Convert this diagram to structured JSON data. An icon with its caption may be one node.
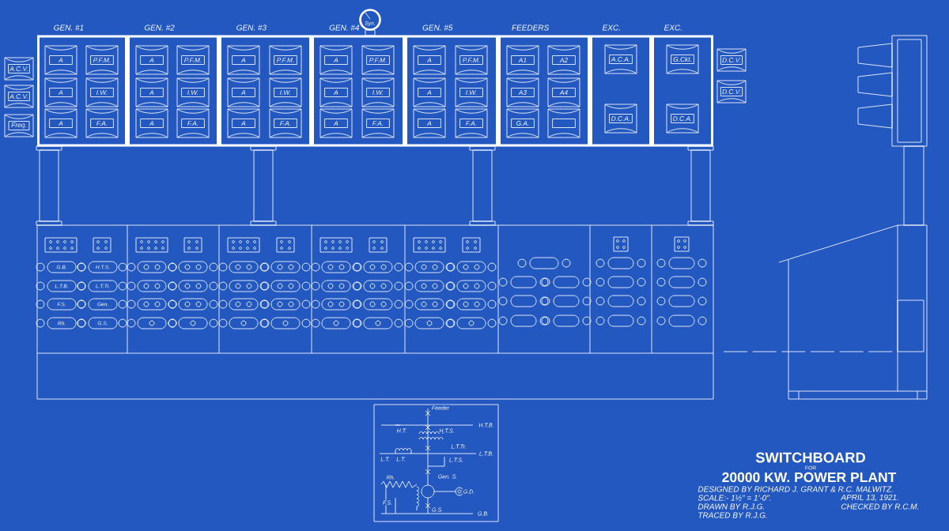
{
  "diagram": {
    "title": "SWITCHBOARD",
    "nodes": [
      {
        "text": [
          "Syn."
        ]
      },
      {
        "text": [
          "A.C.V."
        ]
      },
      {
        "text": [
          "A.C.V."
        ]
      },
      {
        "text": [
          "Freq."
        ]
      },
      {
        "text": [
          "GEN. #1"
        ]
      },
      {
        "text": [
          "A"
        ],
        "in": 4
      },
      {
        "text": [
          "P.F.M."
        ],
        "in": 4
      },
      {
        "text": [
          "A"
        ],
        "in": 4
      },
      {
        "text": [
          "I.W."
        ],
        "in": 4
      },
      {
        "text": [
          "A"
        ],
        "in": 4
      },
      {
        "text": [
          "F.A."
        ],
        "in": 4
      },
      {
        "text": [
          "GEN. #2"
        ]
      },
      {
        "text": [
          "A"
        ],
        "in": 11
      },
      {
        "text": [
          "P.F.M."
        ],
        "in": 11
      },
      {
        "text": [
          "A"
        ],
        "in": 11
      },
      {
        "text": [
          "I.W."
        ],
        "in": 11
      },
      {
        "text": [
          "A"
        ],
        "in": 11
      },
      {
        "text": [
          "F.A."
        ],
        "in": 11
      },
      {
        "text": [
          "GEN. #3"
        ]
      },
      {
        "text": [
          "A"
        ],
        "in": 18
      },
      {
        "text": [
          "P.F.M."
        ],
        "in": 18
      },
      {
        "text": [
          "A"
        ],
        "in": 18
      },
      {
        "text": [
          "I.W."
        ],
        "in": 18
      },
      {
        "text": [
          "A"
        ],
        "in": 18
      },
      {
        "text": [
          "F.A."
        ],
        "in": 18
      },
      {
        "text": [
          "GEN. #4"
        ]
      },
      {
        "text": [
          "A"
        ],
        "in": 25
      },
      {
        "text": [
          "P.F.M."
        ],
        "in": 25
      },
      {
        "text": [
          "A"
        ],
        "in": 25
      },
      {
        "text": [
          "I.W."
        ],
        "in": 25
      },
      {
        "text": [
          "A"
        ],
        "in": 25
      },
      {
        "text": [
          "F.A."
        ],
        "in": 25
      },
      {
        "text": [
          "GEN. #5"
        ]
      },
      {
        "text": [
          "A"
        ],
        "in": 32
      },
      {
        "text": [
          "P.F.M."
        ],
        "in": 32
      },
      {
        "text": [
          "A"
        ],
        "in": 32
      },
      {
        "text": [
          "I.W."
        ],
        "in": 32
      },
      {
        "text": [
          "A"
        ],
        "in": 32
      },
      {
        "text": [
          "F.A."
        ],
        "in": 32
      },
      {
        "text": [
          "FEEDERS"
        ]
      },
      {
        "text": [
          "A1"
        ],
        "in": 39
      },
      {
        "text": [
          "A2"
        ],
        "in": 39
      },
      {
        "text": [
          "A3"
        ],
        "in": 39
      },
      {
        "text": [
          "A4"
        ],
        "in": 39
      },
      {
        "text": [
          "G.A."
        ],
        "in": 39
      },
      {
        "text": [],
        "shape": "box",
        "in": 39
      },
      {
        "text": [
          "EXC."
        ]
      },
      {
        "text": [
          "A.C.A."
        ],
        "in": 46
      },
      {
        "text": [
          "D.C.A."
        ],
        "in": 46
      },
      {
        "text": [
          "EXC."
        ]
      },
      {
        "text": [
          "G.Ckt."
        ],
        "in": 49
      },
      {
        "text": [
          "D.C.A."
        ],
        "in": 49
      },
      {
        "text": [
          "D.C.V."
        ]
      },
      {
        "text": [
          "D.C.V."
        ]
      }
    ],
    "labels": [
      "G.B.",
      "H.T.S.",
      "L.T.B.",
      "L.T.Tr.",
      "F.S.",
      "Gen.",
      "Rh.",
      "G.S.",
      "Feeder",
      "H.T.",
      "H.T.S.",
      "H.T.B.",
      "L.T.Tr.",
      "L.T.",
      "L.T.",
      "L.T.S.",
      "L.T.B.",
      "Rh.",
      "Gen. S.",
      "G.D.",
      "F.S.",
      "G.S.",
      "G.B.",
      "FOR",
      "20000 KW. POWER PLANT",
      "DESIGNED BY RICHARD J. GRANT & R.C. MALWITZ.",
      "SCALE:- 1½\" = 1'-0\".",
      "APRIL 13, 1921.",
      "DRAWN BY R.J.G.",
      "CHECKED BY R.C.M.",
      "TRACED BY R.J.G."
    ]
  }
}
